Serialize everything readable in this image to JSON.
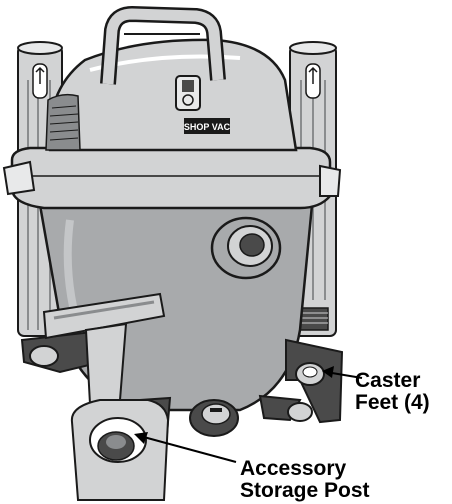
{
  "labels": {
    "caster_feet": [
      "Caster",
      "Feet (4)"
    ],
    "accessory_storage_post": [
      "Accessory",
      "Storage Post"
    ]
  },
  "product": {
    "logo_text": "SHOP VAC"
  },
  "colors": {
    "line": "#1a1a1a",
    "tank_gray": "#a8aaac",
    "light_gray": "#d2d3d4",
    "mid_gray": "#8a8c8e",
    "dark_gray": "#4a4a4a",
    "white": "#ffffff"
  }
}
